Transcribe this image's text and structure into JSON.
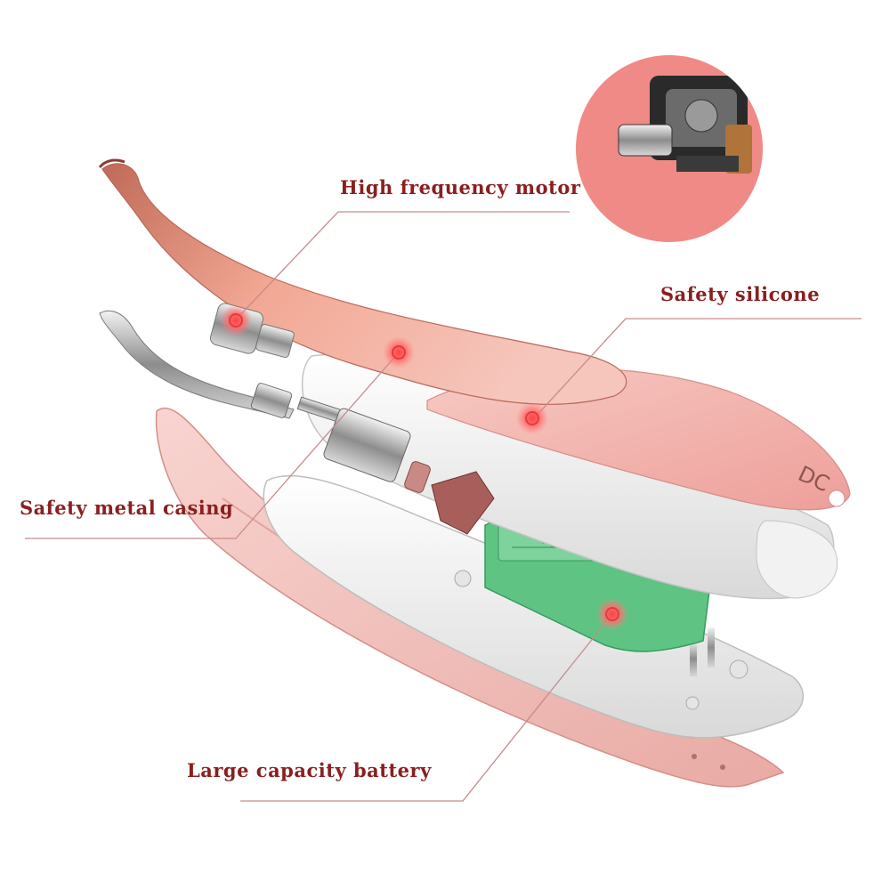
{
  "labels": {
    "motor": "High frequency motor",
    "silicone": "Safety silicone",
    "metal": "Safety metal casing",
    "battery": "Large capacity battery"
  },
  "brand_mark": "DC",
  "colors": {
    "label_text": "#8a1f1f",
    "leader_line": "#c98a8a",
    "hotspot": "#e63a3a",
    "inset_bg": "#f08a86",
    "silicone_pink": "#f2b2ae",
    "shell_pink": "#f5c4c0",
    "pcb_green": "#5fc483"
  }
}
